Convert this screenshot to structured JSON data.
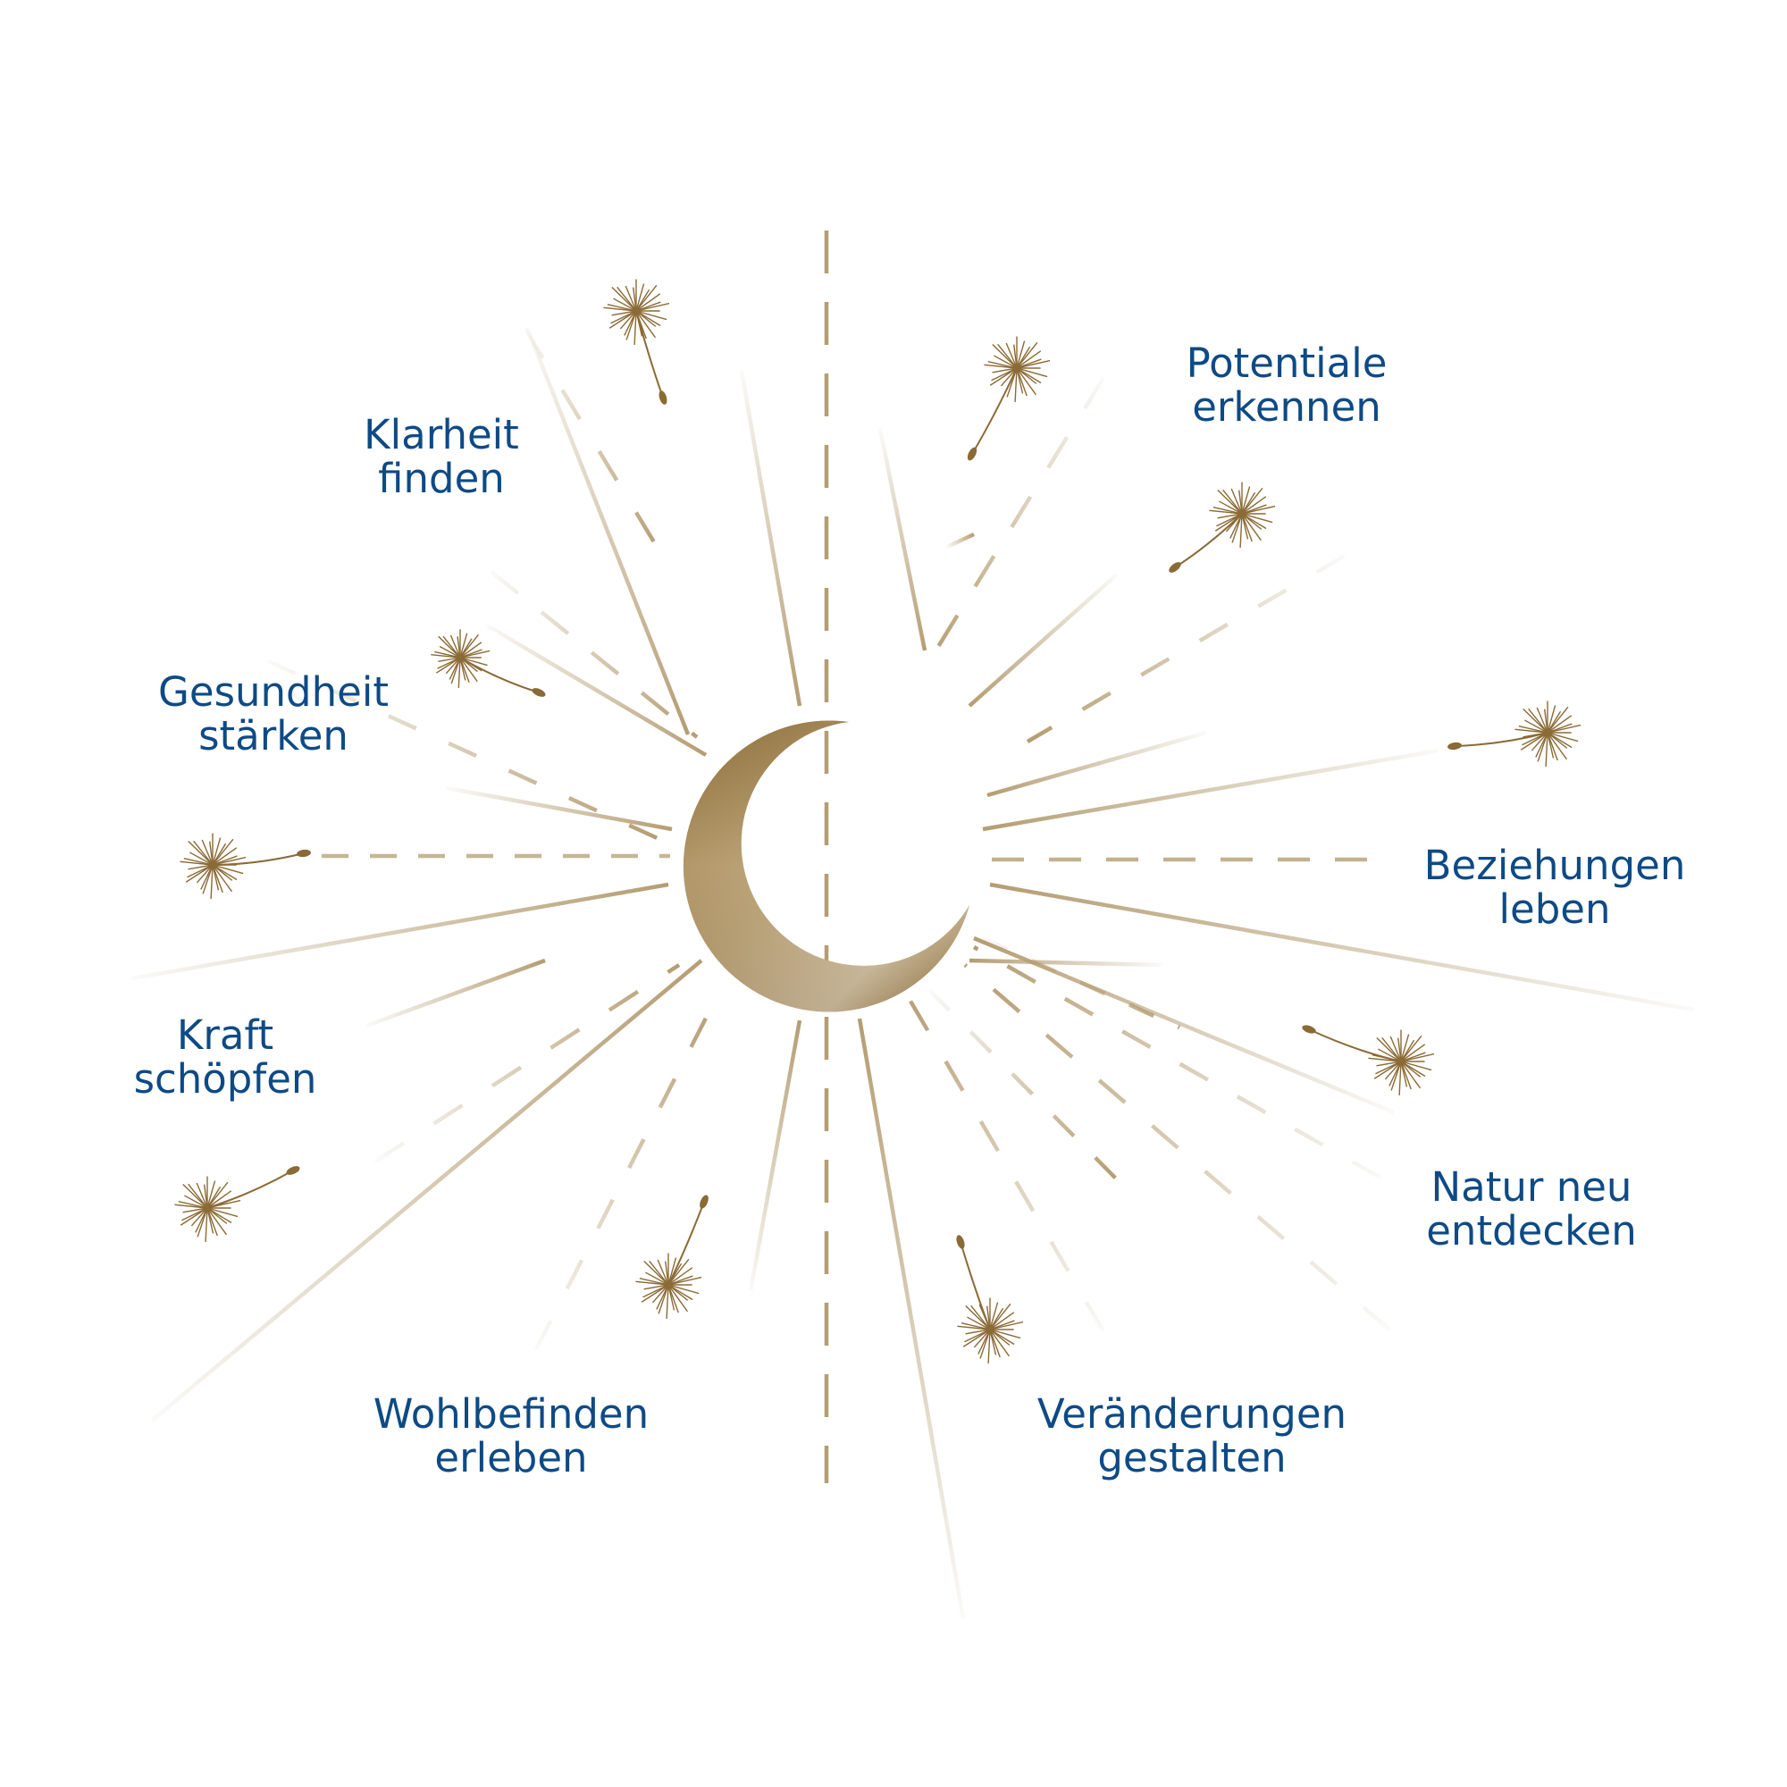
{
  "colors": {
    "gold": "#b49d72",
    "gold_dark": "#8a6a35",
    "label": "#0e4a85",
    "background": "#ffffff"
  },
  "diagram": {
    "center_icon": "crescent-moon-icon",
    "seed_icon": "dandelion-seed-icon",
    "labels": [
      {
        "id": "klarheit",
        "line1": "Klarheit",
        "line2": "finden"
      },
      {
        "id": "potentiale",
        "line1": "Potentiale",
        "line2": "erkennen"
      },
      {
        "id": "gesundheit",
        "line1": "Gesundheit",
        "line2": "stärken"
      },
      {
        "id": "beziehungen",
        "line1": "Beziehungen",
        "line2": "leben"
      },
      {
        "id": "kraft",
        "line1": "Kraft",
        "line2": "schöpfen"
      },
      {
        "id": "natur",
        "line1": "Natur neu",
        "line2": "entdecken"
      },
      {
        "id": "wohlbefinden",
        "line1": "Wohlbefinden",
        "line2": "erleben"
      },
      {
        "id": "veraenderungen",
        "line1": "Veränderungen",
        "line2": "gestalten"
      }
    ]
  }
}
